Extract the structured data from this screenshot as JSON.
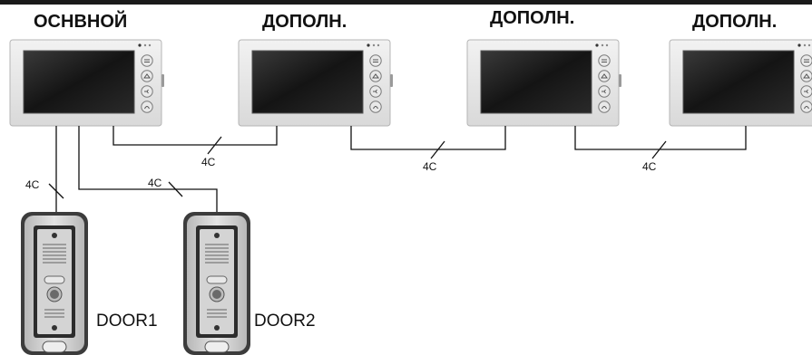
{
  "labels": {
    "main_monitor": "ОСНВНОЙ",
    "extra_monitor_1": "ДОПОЛН.",
    "extra_monitor_2": "ДОПОЛН.",
    "extra_monitor_3": "ДОПОЛН."
  },
  "wire_labels": {
    "link_1": "4C",
    "link_2": "4C",
    "link_3": "4C",
    "door1_wire": "4C",
    "door2_wire": "4C"
  },
  "doors": {
    "door1": "DOOR1",
    "door2": "DOOR2"
  },
  "colors": {
    "monitor_body": "#e6e6e6",
    "screen": "#151515",
    "panel_body": "#cfcfcf",
    "wire": "#111111"
  }
}
